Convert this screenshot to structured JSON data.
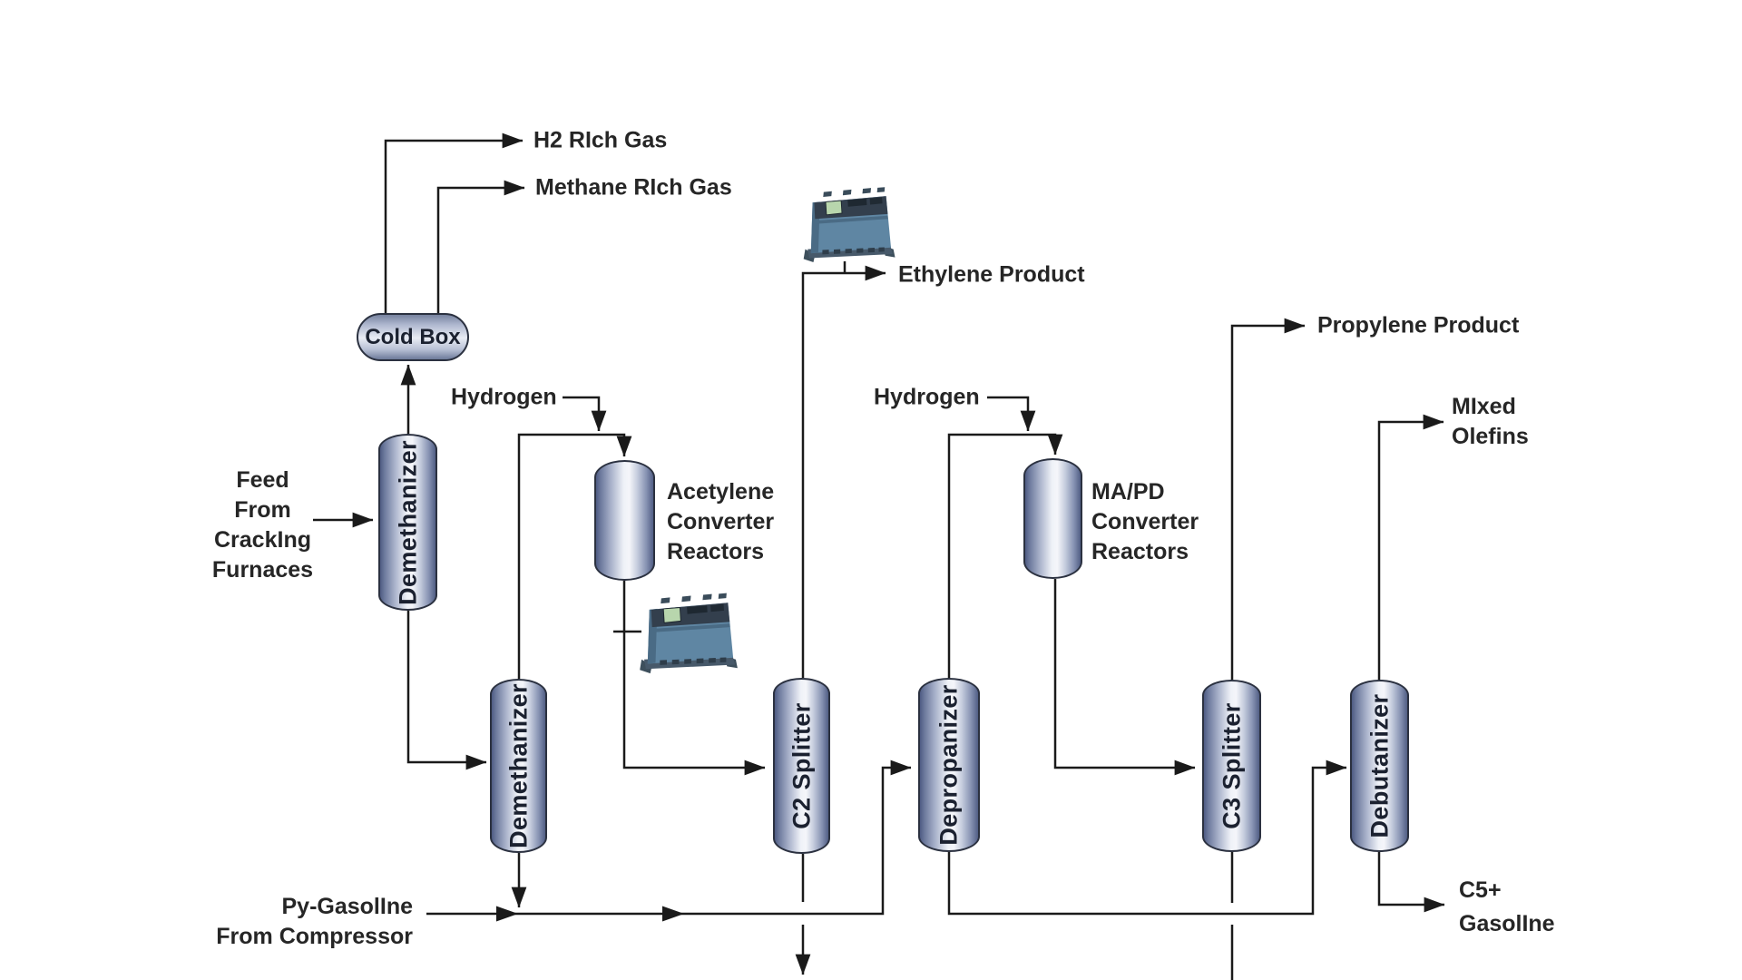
{
  "diagram": {
    "vessels": {
      "cold_box": {
        "label": "Cold Box"
      },
      "demethanizer_1": {
        "label": "Demethanizer"
      },
      "demethanizer_2": {
        "label": "Demethanizer"
      },
      "acetylene_converter": {
        "label_lines": [
          "Acetylene",
          "Converter",
          "Reactors"
        ]
      },
      "c2_splitter": {
        "label": "C2 Splitter"
      },
      "depropanizer": {
        "label": "Depropanizer"
      },
      "mapd_converter": {
        "label_lines": [
          "MA/PD",
          "Converter",
          "Reactors"
        ]
      },
      "c3_splitter": {
        "label": "C3 Splitter"
      },
      "debutanizer": {
        "label": "Debutanizer"
      }
    },
    "streams": {
      "h2_rich_gas": "H2 RIch Gas",
      "methane_rich_gas": "Methane RIch Gas",
      "ethylene_product": "Ethylene Product",
      "propylene_product": "Propylene Product",
      "mixed_olefins_lines": [
        "MIxed",
        "Olefins"
      ],
      "c5_gasoline_lines": [
        "C5+",
        "GasolIne"
      ],
      "feed_lines": [
        "Feed",
        "From",
        "CrackIng",
        "Furnaces"
      ],
      "py_gasoline_lines": [
        "Py-GasolIne",
        "From Compressor"
      ],
      "hydrogen_1": "Hydrogen",
      "hydrogen_2": "Hydrogen"
    },
    "icons": {
      "analyzer": "process-gas-analyzer",
      "analyzer_count": 2
    },
    "colors": {
      "line": "#1a1a1a",
      "text": "#262626",
      "vessel_edge": "#515e85",
      "vessel_center": "#f3f5fa",
      "vessel_border": "#2b3140",
      "analyzer_body": "#5f86a3",
      "analyzer_panel": "#333f4d",
      "analyzer_screen": "#b8d6ad"
    }
  }
}
